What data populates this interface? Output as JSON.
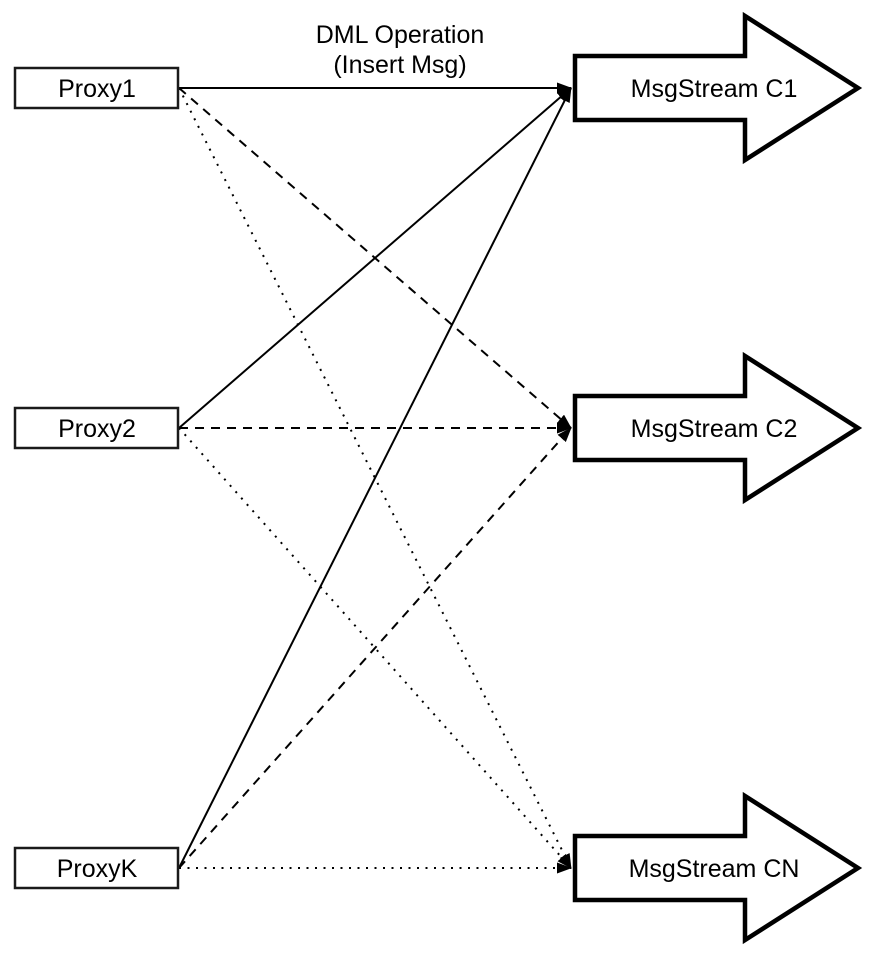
{
  "header": {
    "line1": "DML Operation",
    "line2": "(Insert Msg)"
  },
  "proxies": [
    {
      "id": "proxy1",
      "label": "Proxy1"
    },
    {
      "id": "proxy2",
      "label": "Proxy2"
    },
    {
      "id": "proxyk",
      "label": "ProxyK"
    }
  ],
  "streams": [
    {
      "id": "c1",
      "label": "MsgStream C1"
    },
    {
      "id": "c2",
      "label": "MsgStream C2"
    },
    {
      "id": "cn",
      "label": "MsgStream CN"
    }
  ],
  "edges": [
    {
      "from": "proxy1",
      "to": "c1",
      "style": "solid"
    },
    {
      "from": "proxy2",
      "to": "c1",
      "style": "solid"
    },
    {
      "from": "proxyk",
      "to": "c1",
      "style": "solid"
    },
    {
      "from": "proxy1",
      "to": "c2",
      "style": "dashed"
    },
    {
      "from": "proxy2",
      "to": "c2",
      "style": "dashed"
    },
    {
      "from": "proxyk",
      "to": "c2",
      "style": "dashed"
    },
    {
      "from": "proxy1",
      "to": "cn",
      "style": "dotted"
    },
    {
      "from": "proxy2",
      "to": "cn",
      "style": "dotted"
    },
    {
      "from": "proxyk",
      "to": "cn",
      "style": "dotted"
    }
  ],
  "colors": {
    "ink": "#000000",
    "paper": "#ffffff"
  }
}
